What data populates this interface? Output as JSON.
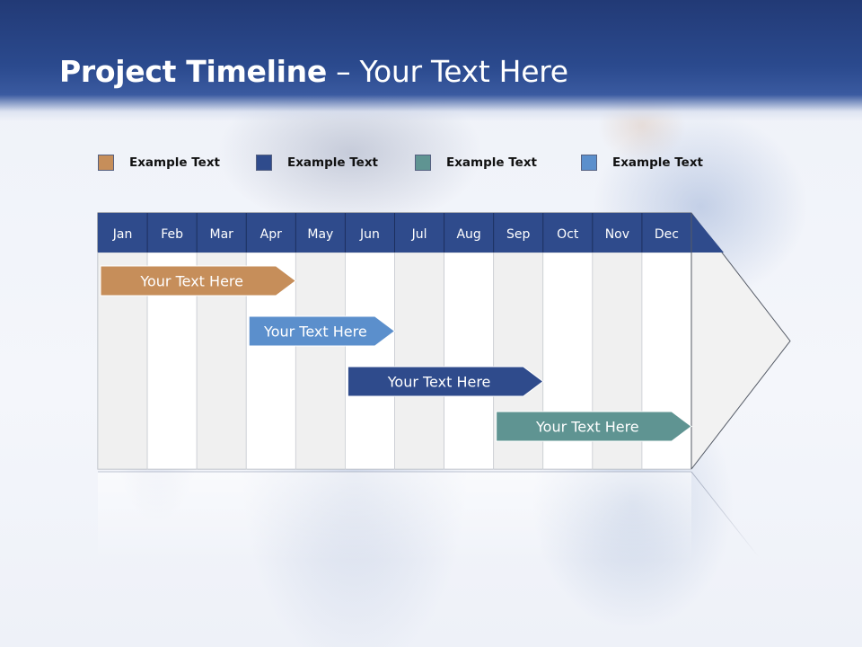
{
  "slide": {
    "title_bold": "Project Timeline",
    "title_rest": " – Your Text Here"
  },
  "legend": [
    {
      "label": "Example Text",
      "color": "#c68e5a"
    },
    {
      "label": "Example Text",
      "color": "#2f4b8c"
    },
    {
      "label": "Example Text",
      "color": "#5f9492"
    },
    {
      "label": "Example Text",
      "color": "#5b8fcc"
    }
  ],
  "chart_data": {
    "type": "gantt",
    "months": [
      "Jan",
      "Feb",
      "Mar",
      "Apr",
      "May",
      "Jun",
      "Jul",
      "Aug",
      "Sep",
      "Oct",
      "Nov",
      "Dec"
    ],
    "tasks": [
      {
        "label": "Your  Text Here",
        "start": "Jan",
        "end": "Apr",
        "color": "#c68e5a"
      },
      {
        "label": "Your  Text Here",
        "start": "Apr",
        "end": "Jun",
        "color": "#5b8fcc"
      },
      {
        "label": "Your  Text Here",
        "start": "Jun",
        "end": "Sep",
        "color": "#2f4b8c"
      },
      {
        "label": "Your  Text Here",
        "start": "Sep",
        "end": "Dec",
        "color": "#5f9492"
      }
    ],
    "header_color": "#2f4b8c"
  }
}
